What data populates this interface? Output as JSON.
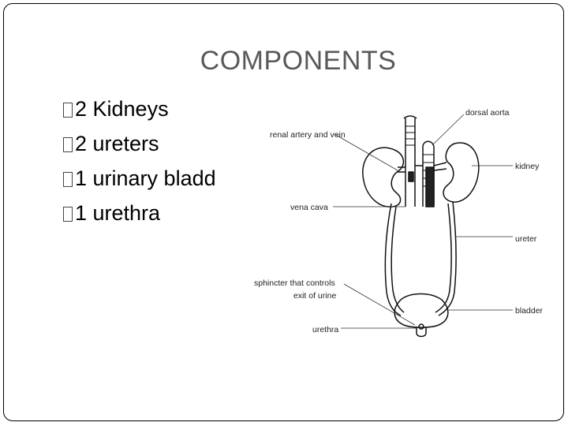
{
  "slide": {
    "title": "COMPONENTS",
    "bullets": [
      {
        "marker": "bullet-glyph",
        "text": "2 Kidneys"
      },
      {
        "marker": "bullet-glyph",
        "text": "2 ureters"
      },
      {
        "marker": "bullet-glyph",
        "text": "1 urinary bladd"
      },
      {
        "marker": "bullet-glyph",
        "text": "1 urethra"
      }
    ]
  },
  "diagram": {
    "labels": {
      "dorsal_aorta": "dorsal aorta",
      "renal_artery_vein": "renal artery and vein",
      "kidney": "kidney",
      "vena_cava": "vena cava",
      "ureter": "ureter",
      "sphincter_line1": "sphincter that controls",
      "sphincter_line2": "exit of urine",
      "bladder": "bladder",
      "urethra": "urethra"
    }
  }
}
